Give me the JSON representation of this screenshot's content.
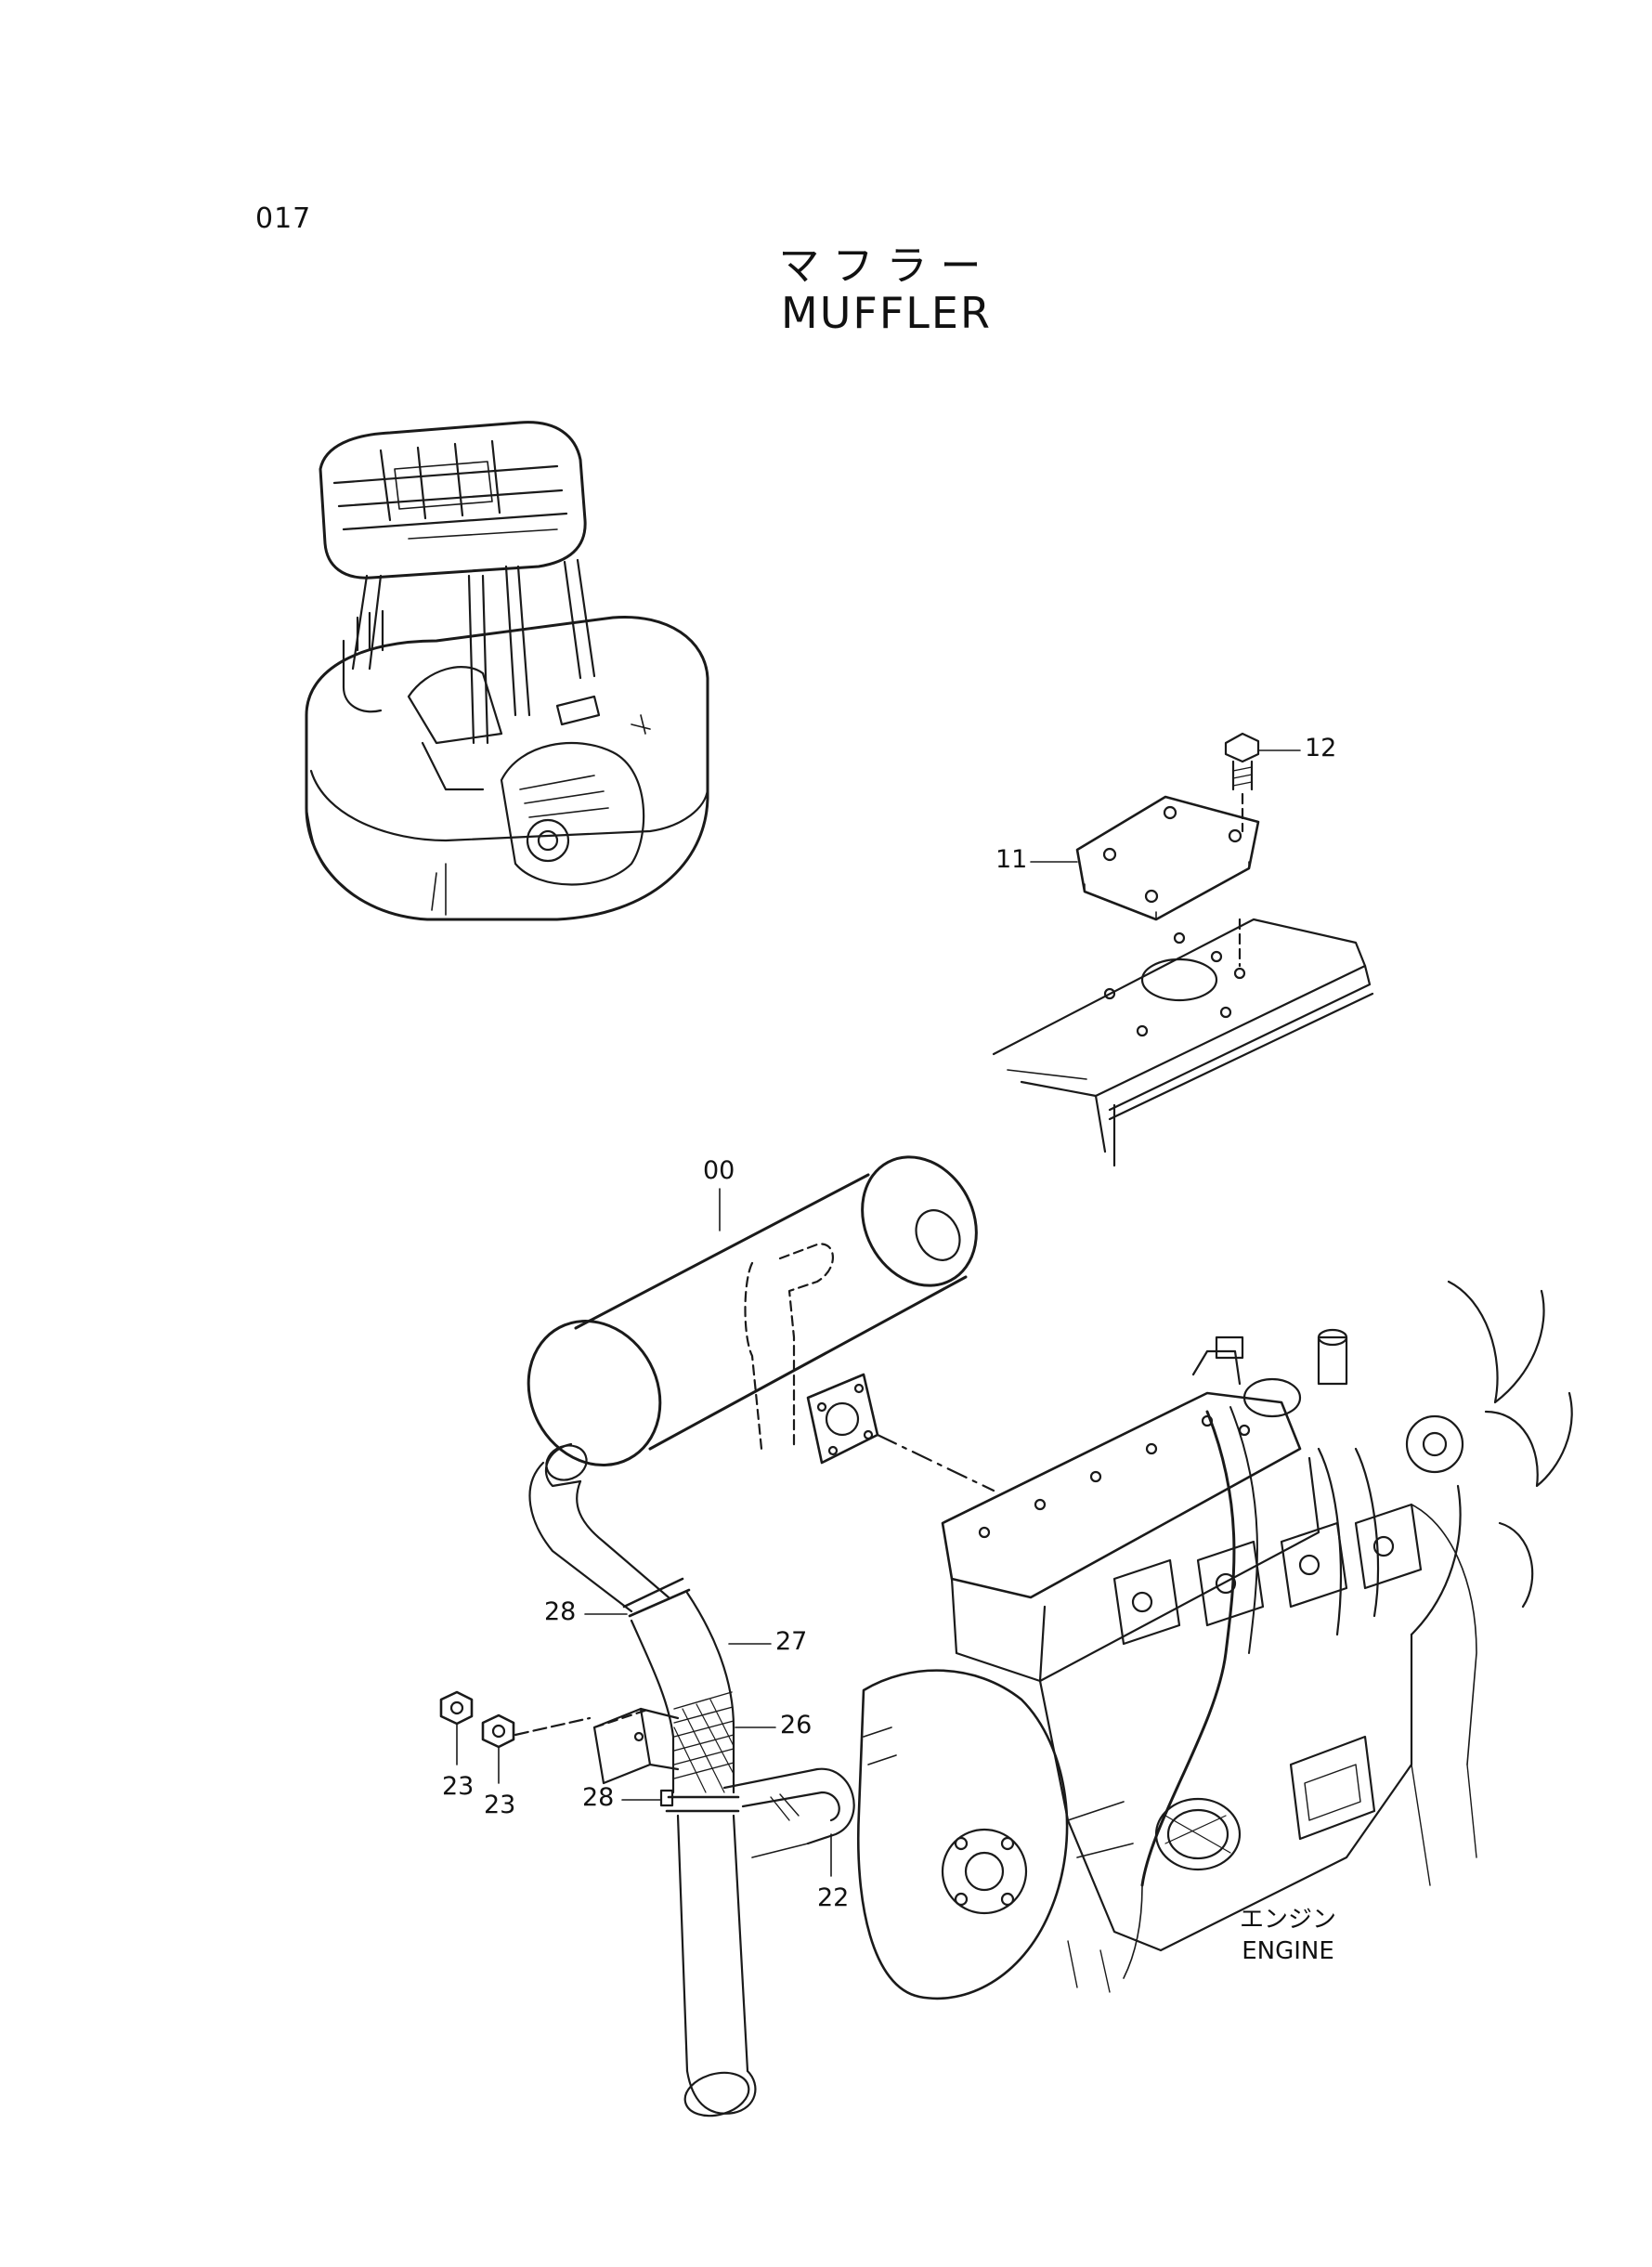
{
  "page": {
    "number": "017",
    "title_jp": "マフラー",
    "title_en": "MUFFLER"
  },
  "callouts": [
    {
      "id": "12",
      "label": "12"
    },
    {
      "id": "11",
      "label": "11"
    },
    {
      "id": "00",
      "label": "00"
    },
    {
      "id": "28a",
      "label": "28"
    },
    {
      "id": "27",
      "label": "27"
    },
    {
      "id": "26",
      "label": "26"
    },
    {
      "id": "23a",
      "label": "23"
    },
    {
      "id": "23b",
      "label": "23"
    },
    {
      "id": "28b",
      "label": "28"
    },
    {
      "id": "22",
      "label": "22"
    }
  ],
  "engine": {
    "label_jp": "エンジン",
    "label_en": "ENGINE"
  }
}
